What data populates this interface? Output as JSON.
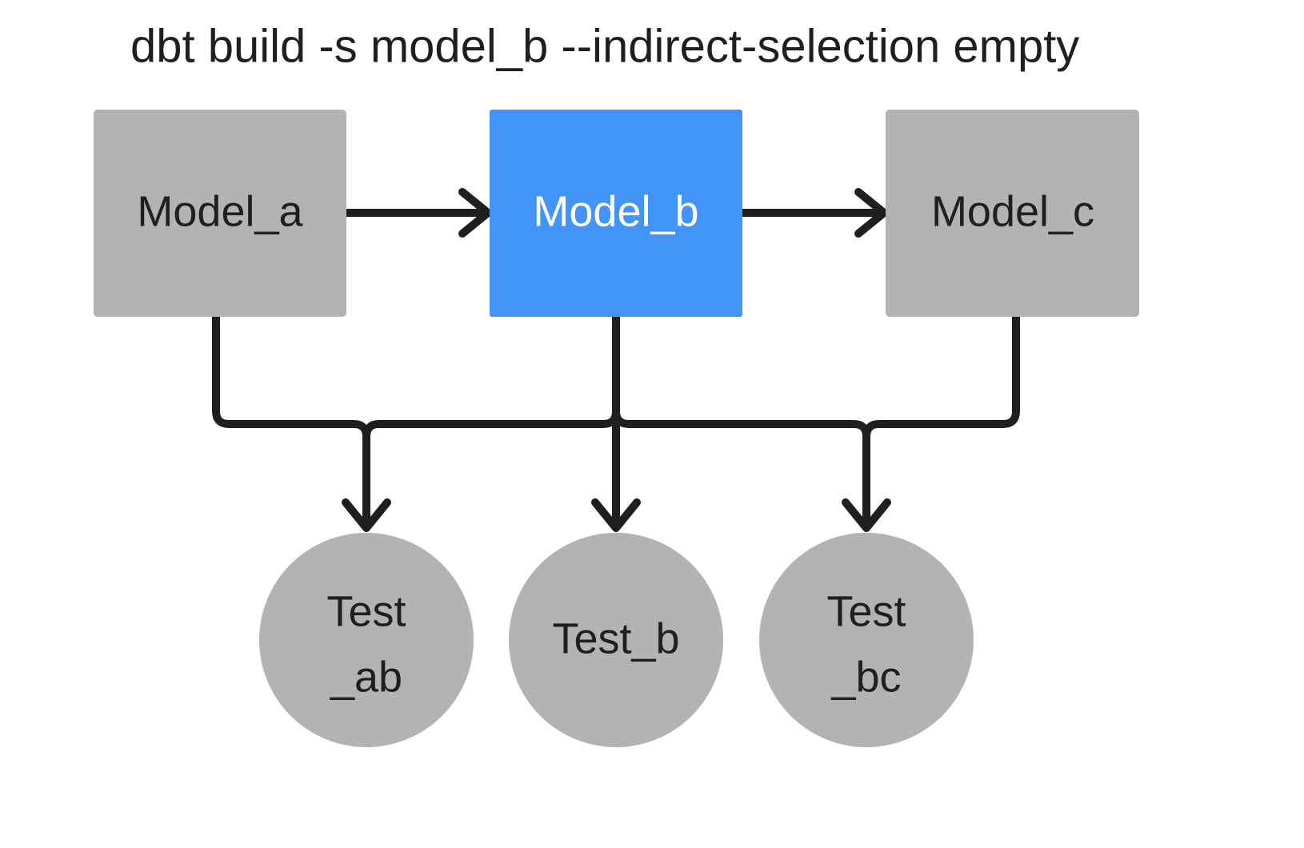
{
  "title": "dbt build -s model_b --indirect-selection empty",
  "colors": {
    "selected": "#4294f7",
    "unselected": "#b3b3b3",
    "edge": "#1f1f1f",
    "label_dark": "#1f1f1f",
    "label_light": "#ffffff",
    "background": "#ffffff"
  },
  "models": [
    {
      "id": "model_a",
      "label": "Model_a",
      "state": "unselected"
    },
    {
      "id": "model_b",
      "label": "Model_b",
      "state": "selected"
    },
    {
      "id": "model_c",
      "label": "Model_c",
      "state": "unselected"
    }
  ],
  "tests": [
    {
      "id": "test_ab",
      "line1": "Test",
      "line2": "_ab",
      "state": "unselected"
    },
    {
      "id": "test_b",
      "line1": "Test_b",
      "line2": "",
      "state": "unselected"
    },
    {
      "id": "test_bc",
      "line1": "Test",
      "line2": "_bc",
      "state": "unselected"
    }
  ],
  "edges": [
    {
      "from": "model_a",
      "to": "model_b",
      "kind": "straight-arrow"
    },
    {
      "from": "model_b",
      "to": "model_c",
      "kind": "straight-arrow"
    },
    {
      "from": "model_a",
      "to": "test_ab",
      "kind": "elbow-arrow"
    },
    {
      "from": "model_b",
      "to": "test_ab",
      "kind": "elbow-arrow"
    },
    {
      "from": "model_b",
      "to": "test_b",
      "kind": "straight-arrow"
    },
    {
      "from": "model_b",
      "to": "test_bc",
      "kind": "elbow-arrow"
    },
    {
      "from": "model_c",
      "to": "test_bc",
      "kind": "elbow-arrow"
    }
  ]
}
